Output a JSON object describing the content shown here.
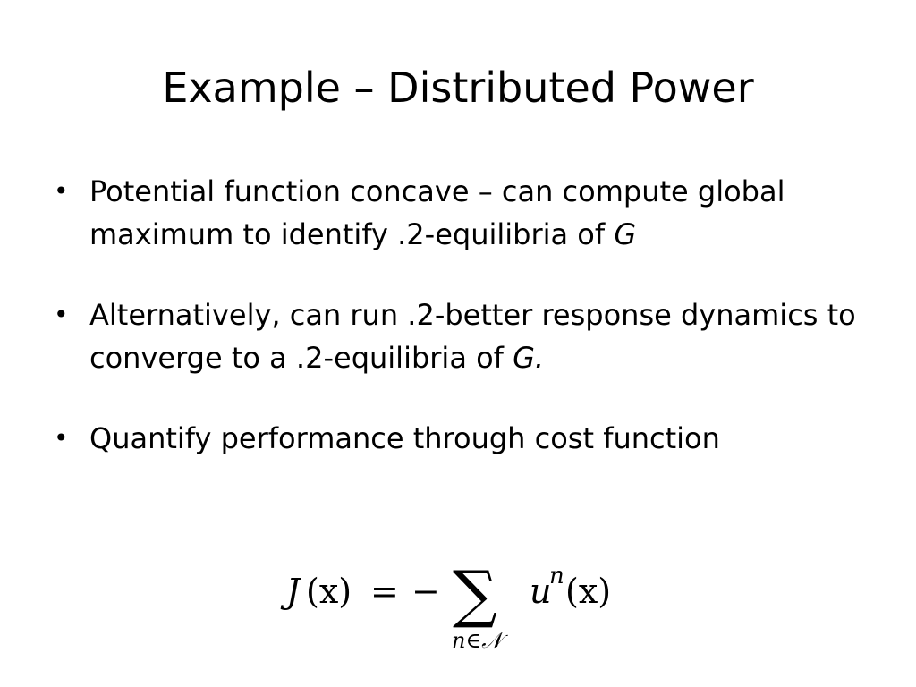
{
  "slide": {
    "title": "Example – Distributed Power",
    "bullets": [
      {
        "text": "Potential function concave – can compute global maximum to identify .2-equilibria of ",
        "italic_suffix": "G"
      },
      {
        "text": "Alternatively, can run .2-better response dynamics to converge to a .2-equilibria of ",
        "italic_suffix": "G."
      },
      {
        "text": "Quantify performance through cost function",
        "italic_suffix": ""
      }
    ],
    "bullet_glyph": "•",
    "formula": {
      "lhs_func": "J",
      "lhs_arg": "(x)",
      "equals": "=",
      "minus": "−",
      "sigma": "∑",
      "summand_func": "u",
      "summand_sup": "n",
      "summand_arg": "(x)",
      "subscript": "n∈𝒩"
    }
  }
}
